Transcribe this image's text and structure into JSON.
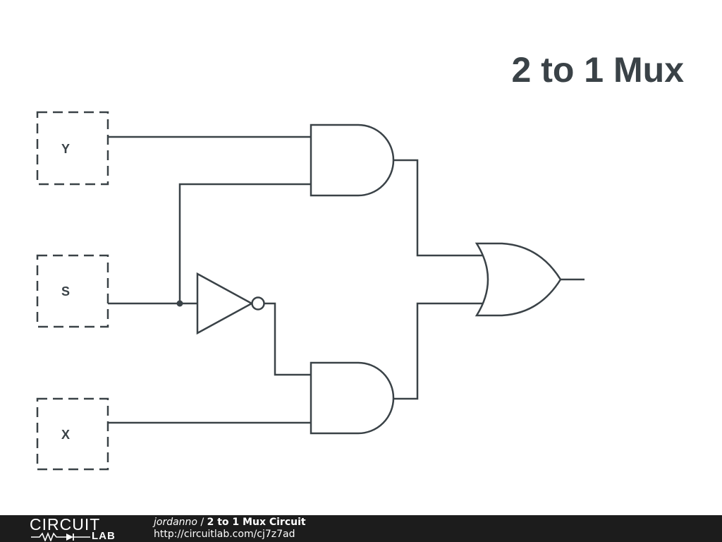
{
  "title": "2 to 1 Mux",
  "ports": {
    "y": "Y",
    "s": "S",
    "x": "X"
  },
  "gates": {
    "and_top": "and-gate",
    "and_bottom": "and-gate",
    "not": "not-gate",
    "or": "or-gate"
  },
  "footer": {
    "logo_top": "CIRCUIT",
    "logo_bottom": "LAB",
    "author": "jordanno",
    "separator": " / ",
    "circuit_name": "2 to 1 Mux Circuit",
    "url": "http://circuitlab.com/cj7z7ad"
  },
  "colors": {
    "line": "#3a4247",
    "footer_bg": "#1c1c1c",
    "footer_text": "#ffffff"
  }
}
